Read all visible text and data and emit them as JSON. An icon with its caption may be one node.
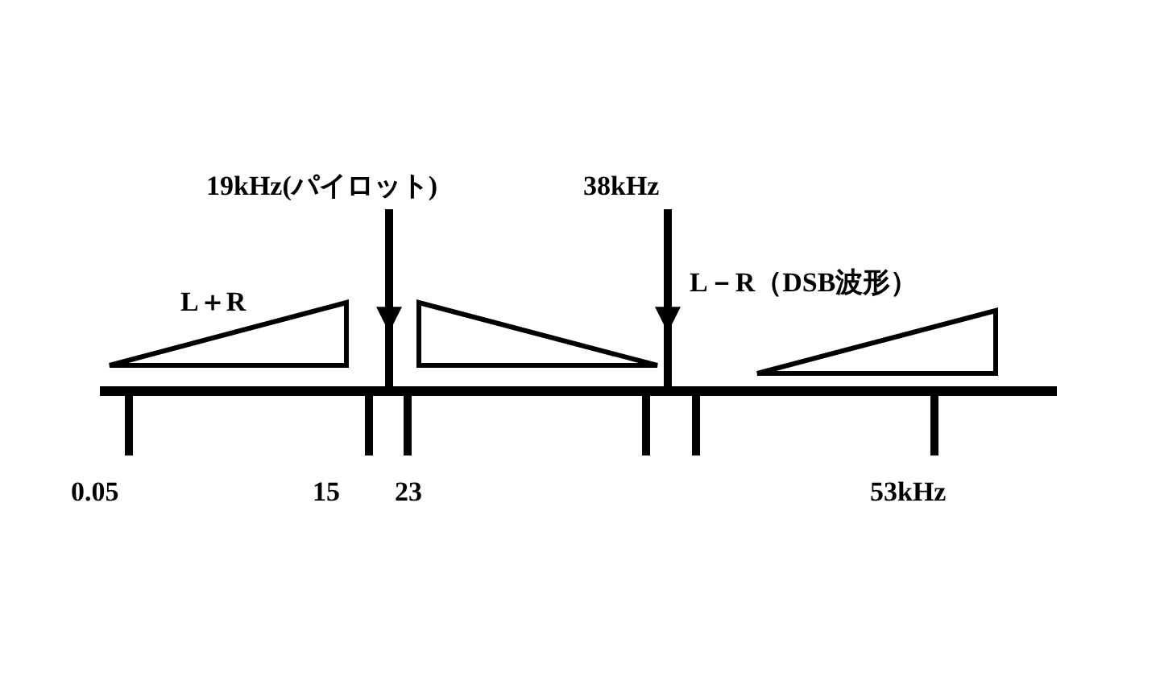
{
  "diagram": {
    "nodes": [
      {
        "text": [
          "19kHz(パイロット)"
        ]
      },
      {
        "text": [],
        "shape": "bar"
      },
      {
        "text": [
          "38kHz"
        ]
      },
      {
        "text": [],
        "shape": "bar"
      }
    ],
    "edges": [
      {
        "from": 0,
        "to": 1,
        "arrow": "to"
      },
      {
        "from": 2,
        "to": 3,
        "arrow": "to"
      }
    ],
    "labels": [
      "L＋R",
      "L－R（DSB波形）",
      "0.05",
      "15",
      "23",
      "53kHz"
    ]
  }
}
